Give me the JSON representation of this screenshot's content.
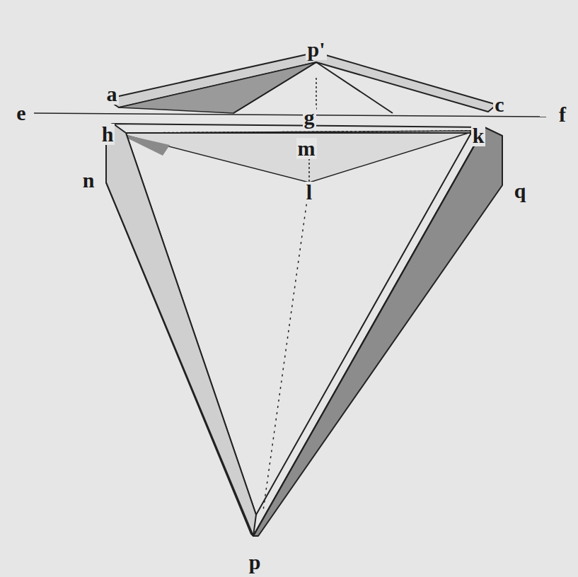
{
  "diagram": {
    "labels": [
      "p'",
      "a",
      "c",
      "e",
      "g",
      "f",
      "h",
      "m",
      "k",
      "n",
      "l",
      "q",
      "p"
    ]
  }
}
